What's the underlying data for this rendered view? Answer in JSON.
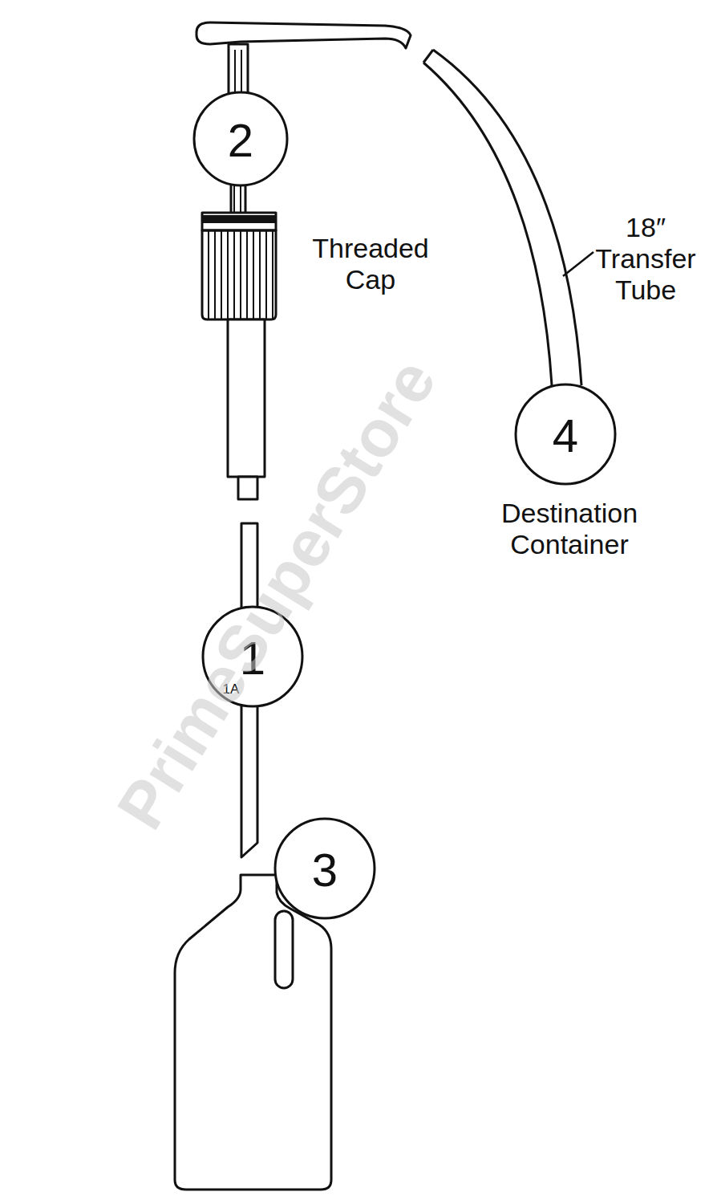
{
  "diagram": {
    "nodes": [
      {
        "text": [
          "2"
        ]
      },
      {
        "text": [
          "4"
        ]
      },
      {
        "text": [
          "1",
          "1A"
        ]
      },
      {
        "text": [
          "3"
        ]
      }
    ],
    "labels": [
      "Threaded Cap",
      "18″ Transfer Tube",
      "Destination Container",
      "PrimeSuperStore"
    ]
  }
}
